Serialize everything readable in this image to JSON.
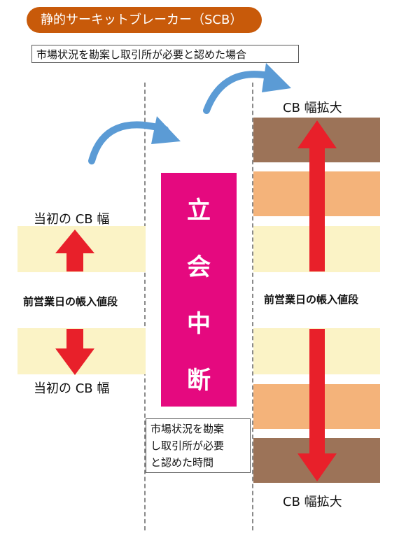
{
  "title": "静的サーキットブレーカー（SCB）",
  "condition_note": "市場状況を勘案し取引所が必要と認めた場合",
  "left_column": {
    "top_label": "当初の CB 幅",
    "center_label": "前営業日の帳入値段",
    "bottom_label": "当初の CB 幅"
  },
  "middle_column": {
    "halt_chars": [
      "立",
      "会",
      "中",
      "断"
    ],
    "halt_time_lines": [
      "市場状況を勘案",
      "し取引所が必要",
      "と認めた時間"
    ]
  },
  "right_column": {
    "top_label": "CB 幅拡大",
    "center_label": "前営業日の帳入値段",
    "bottom_label": "CB 幅拡大"
  },
  "colors": {
    "title_bg": "#c85a0a",
    "halt_bg": "#e5097f",
    "arrow_red": "#e8202a",
    "curve_blue": "#5b9bd5",
    "initial_band": "#fbf3c6",
    "expansion_band_1": "#f4b37a",
    "expansion_band_2": "#9c7358"
  }
}
